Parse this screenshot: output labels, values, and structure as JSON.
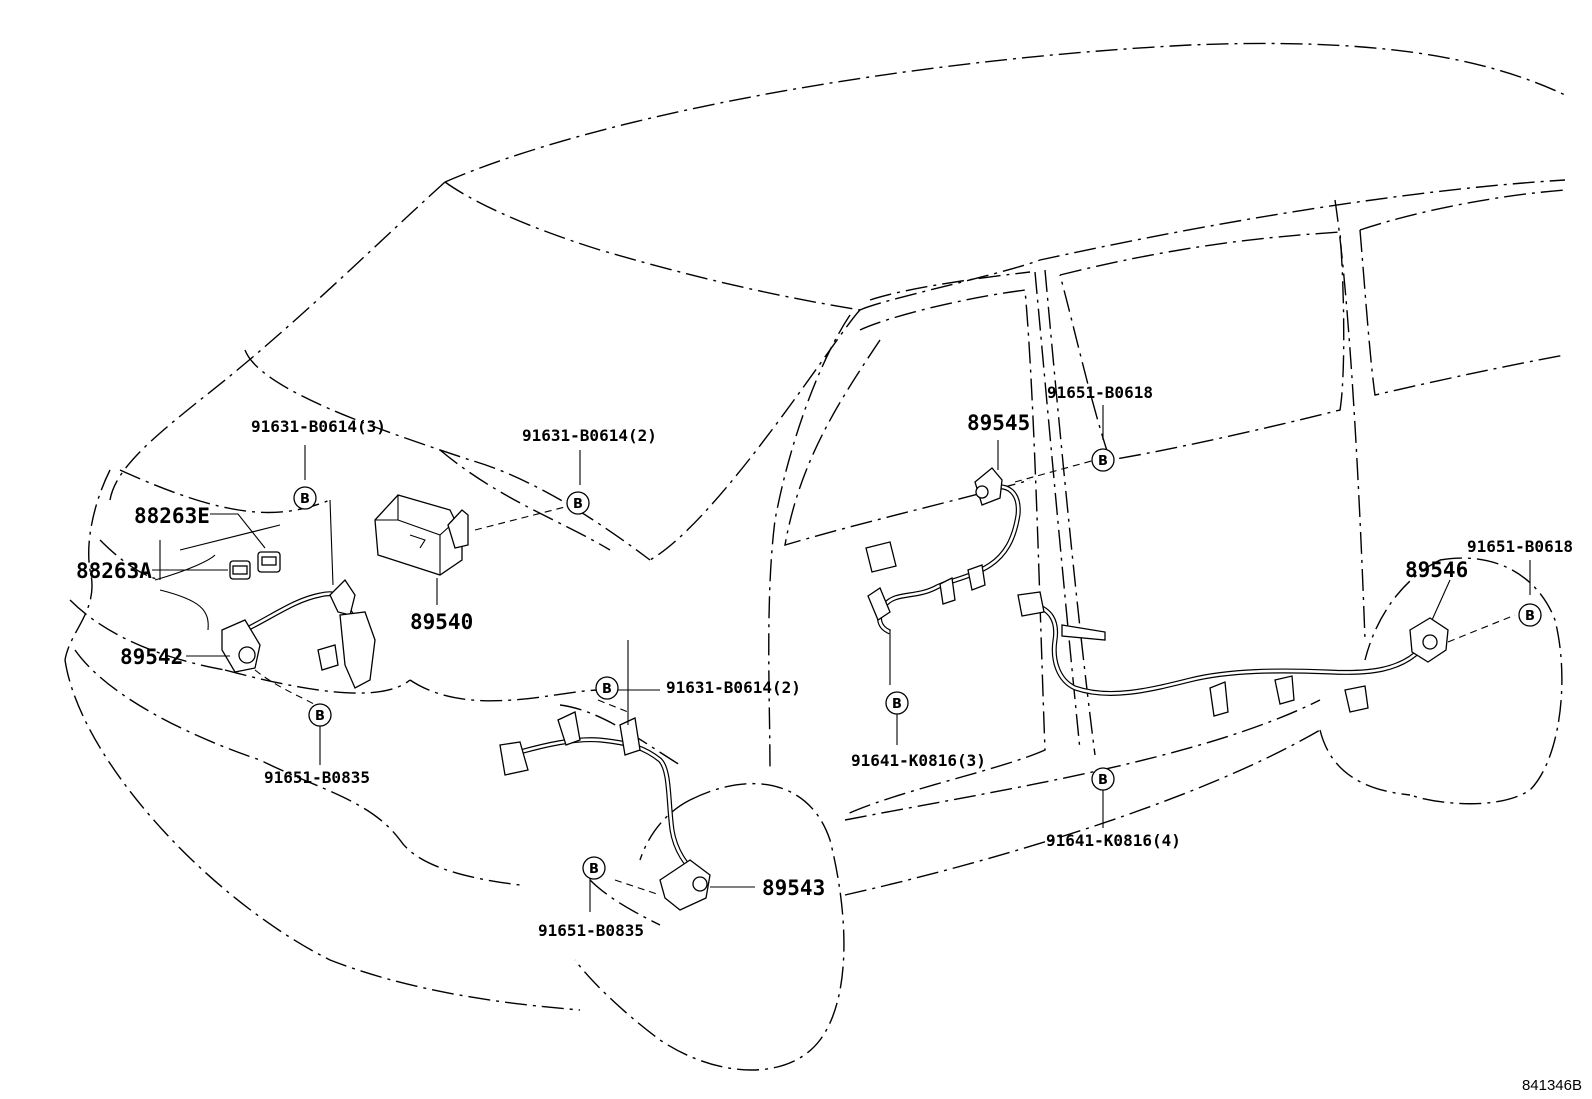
{
  "parts": {
    "p88263E": "88263E",
    "p88263A": "88263A",
    "p89542": "89542",
    "p89540": "89540",
    "p89543": "89543",
    "p89545": "89545",
    "p89546": "89546",
    "r91631_b0614_3": "91631-B0614(3)",
    "r91631_b0614_2a": "91631-B0614(2)",
    "r91631_b0614_2b": "91631-B0614(2)",
    "r91651_b0835_a": "91651-B0835",
    "r91651_b0835_b": "91651-B0835",
    "r91651_b0618_a": "91651-B0618",
    "r91651_b0618_b": "91651-B0618",
    "r91641_k0816_3": "91641-K0816(3)",
    "r91641_k0816_4": "91641-K0816(4)"
  },
  "bolt_marker": "B",
  "illustration_id": "841346B"
}
